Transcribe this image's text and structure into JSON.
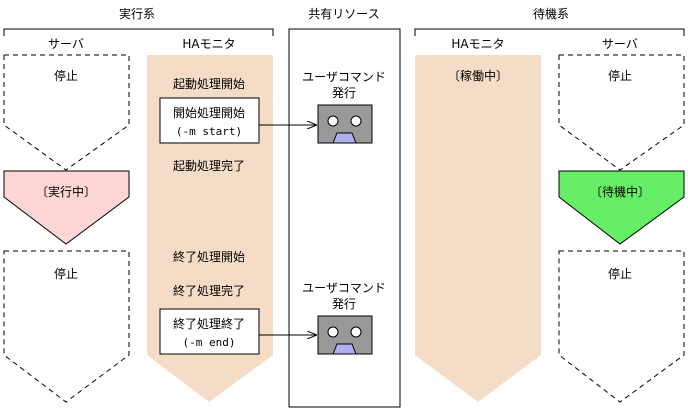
{
  "groups": {
    "active": "実行系",
    "shared": "共有リソース",
    "standby": "待機系"
  },
  "columns": {
    "server": "サーバ",
    "ha_monitor": "HAモニタ"
  },
  "active_server": {
    "state_top": "停止",
    "state_running": "〔実行中〕",
    "state_bottom": "停止"
  },
  "active_ha": {
    "start_begin": "起動処理開始",
    "start_cmd_line1": "開始処理開始",
    "start_cmd_line2": "(-m start)",
    "start_done": "起動処理完了",
    "end_begin": "終了処理開始",
    "end_done": "終了処理完了",
    "end_cmd_line1": "終了処理終了",
    "end_cmd_line2": "(-m end)"
  },
  "shared": {
    "command_line1": "ユーザコマンド",
    "command_line2": "発行"
  },
  "standby_ha": {
    "state": "〔稼働中〕"
  },
  "standby_server": {
    "state_top": "停止",
    "state_waiting": "〔待機中〕",
    "state_bottom": "停止"
  },
  "colors": {
    "ha_fill": "#f5dcc6",
    "running_fill": "#ffd6d6",
    "waiting_fill": "#66ee66",
    "device_fill": "#999999",
    "device_mouth": "#b0b0ee"
  }
}
